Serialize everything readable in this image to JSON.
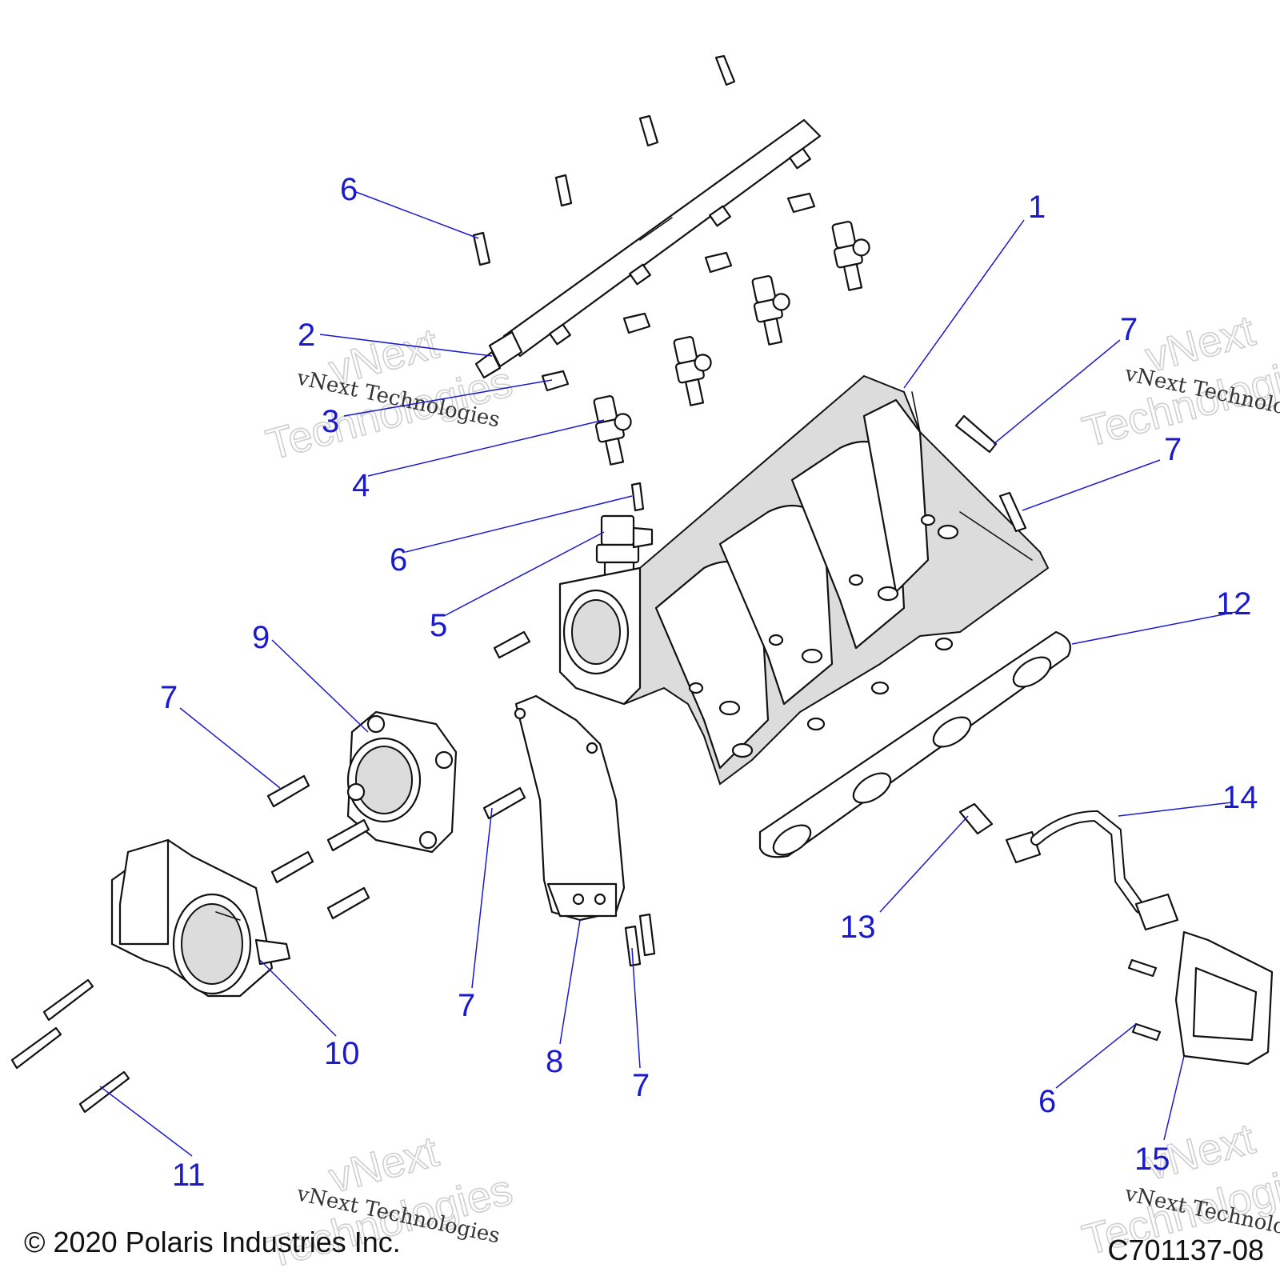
{
  "callouts": [
    {
      "label": "1"
    },
    {
      "label": "2"
    },
    {
      "label": "3"
    },
    {
      "label": "4"
    },
    {
      "label": "5"
    },
    {
      "label": "6"
    },
    {
      "label": "6"
    },
    {
      "label": "6"
    },
    {
      "label": "7"
    },
    {
      "label": "7"
    },
    {
      "label": "7"
    },
    {
      "label": "7"
    },
    {
      "label": "7"
    },
    {
      "label": "8"
    },
    {
      "label": "9"
    },
    {
      "label": "10"
    },
    {
      "label": "11"
    },
    {
      "label": "12"
    },
    {
      "label": "13"
    },
    {
      "label": "14"
    },
    {
      "label": "15"
    }
  ],
  "watermark": {
    "brand_line1": "vNext",
    "brand_line2": "Technologies",
    "caption": "vNext Technologies"
  },
  "footer": {
    "copyright": "© 2020 Polaris Industries Inc.",
    "drawing_id": "C701137-08"
  }
}
